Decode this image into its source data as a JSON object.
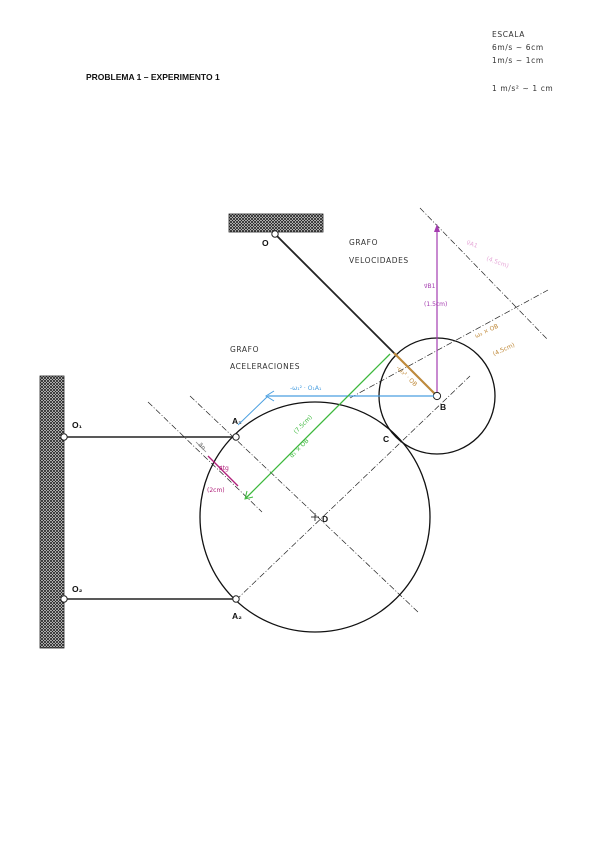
{
  "title": "PROBLEMA 1 – EXPERIMENTO 1",
  "scale": {
    "heading": "ESCALA",
    "line1": "6m/s ~ 6cm",
    "line2": "1m/s ~ 1cm",
    "line3": "1 m/s² ~ 1 cm"
  },
  "graphs": {
    "velocities_line1": "GRAFO",
    "velocities_line2": "VELOCIDADES",
    "accelerations_line1": "GRAFO",
    "accelerations_line2": "ACELERACIONES"
  },
  "points": {
    "O": "O",
    "O1": "O₁",
    "O2": "O₂",
    "A1": "A₁",
    "A2": "A₂",
    "B": "B",
    "C": "C",
    "D": "D"
  },
  "vectors": {
    "v_B1": "v⃗B1",
    "v_B1_len": "(1.5cm)",
    "v_A1": "v⃗A1",
    "v_A1_len": "(4.5cm)",
    "w_OB": "ω₃ × OB",
    "w_OB_len": "(4.5cm)",
    "a_OB": "-ω₃² · OB",
    "a_O1A1": "-ω₁² · O₁A₁",
    "a1_OB": "α⃗₁ × OB",
    "a1_OB_len": "(7.5cm)",
    "a_tg_short": "a⃗n",
    "a_tg": "a⃗tg",
    "a_tg_len": "(2cm)"
  },
  "colors": {
    "blue": "#4a9fe0",
    "green": "#3cb83c",
    "purple": "#a43cb0",
    "magenta": "#b0207a",
    "orange": "#c08a3a",
    "pink": "#e6a8d8"
  }
}
